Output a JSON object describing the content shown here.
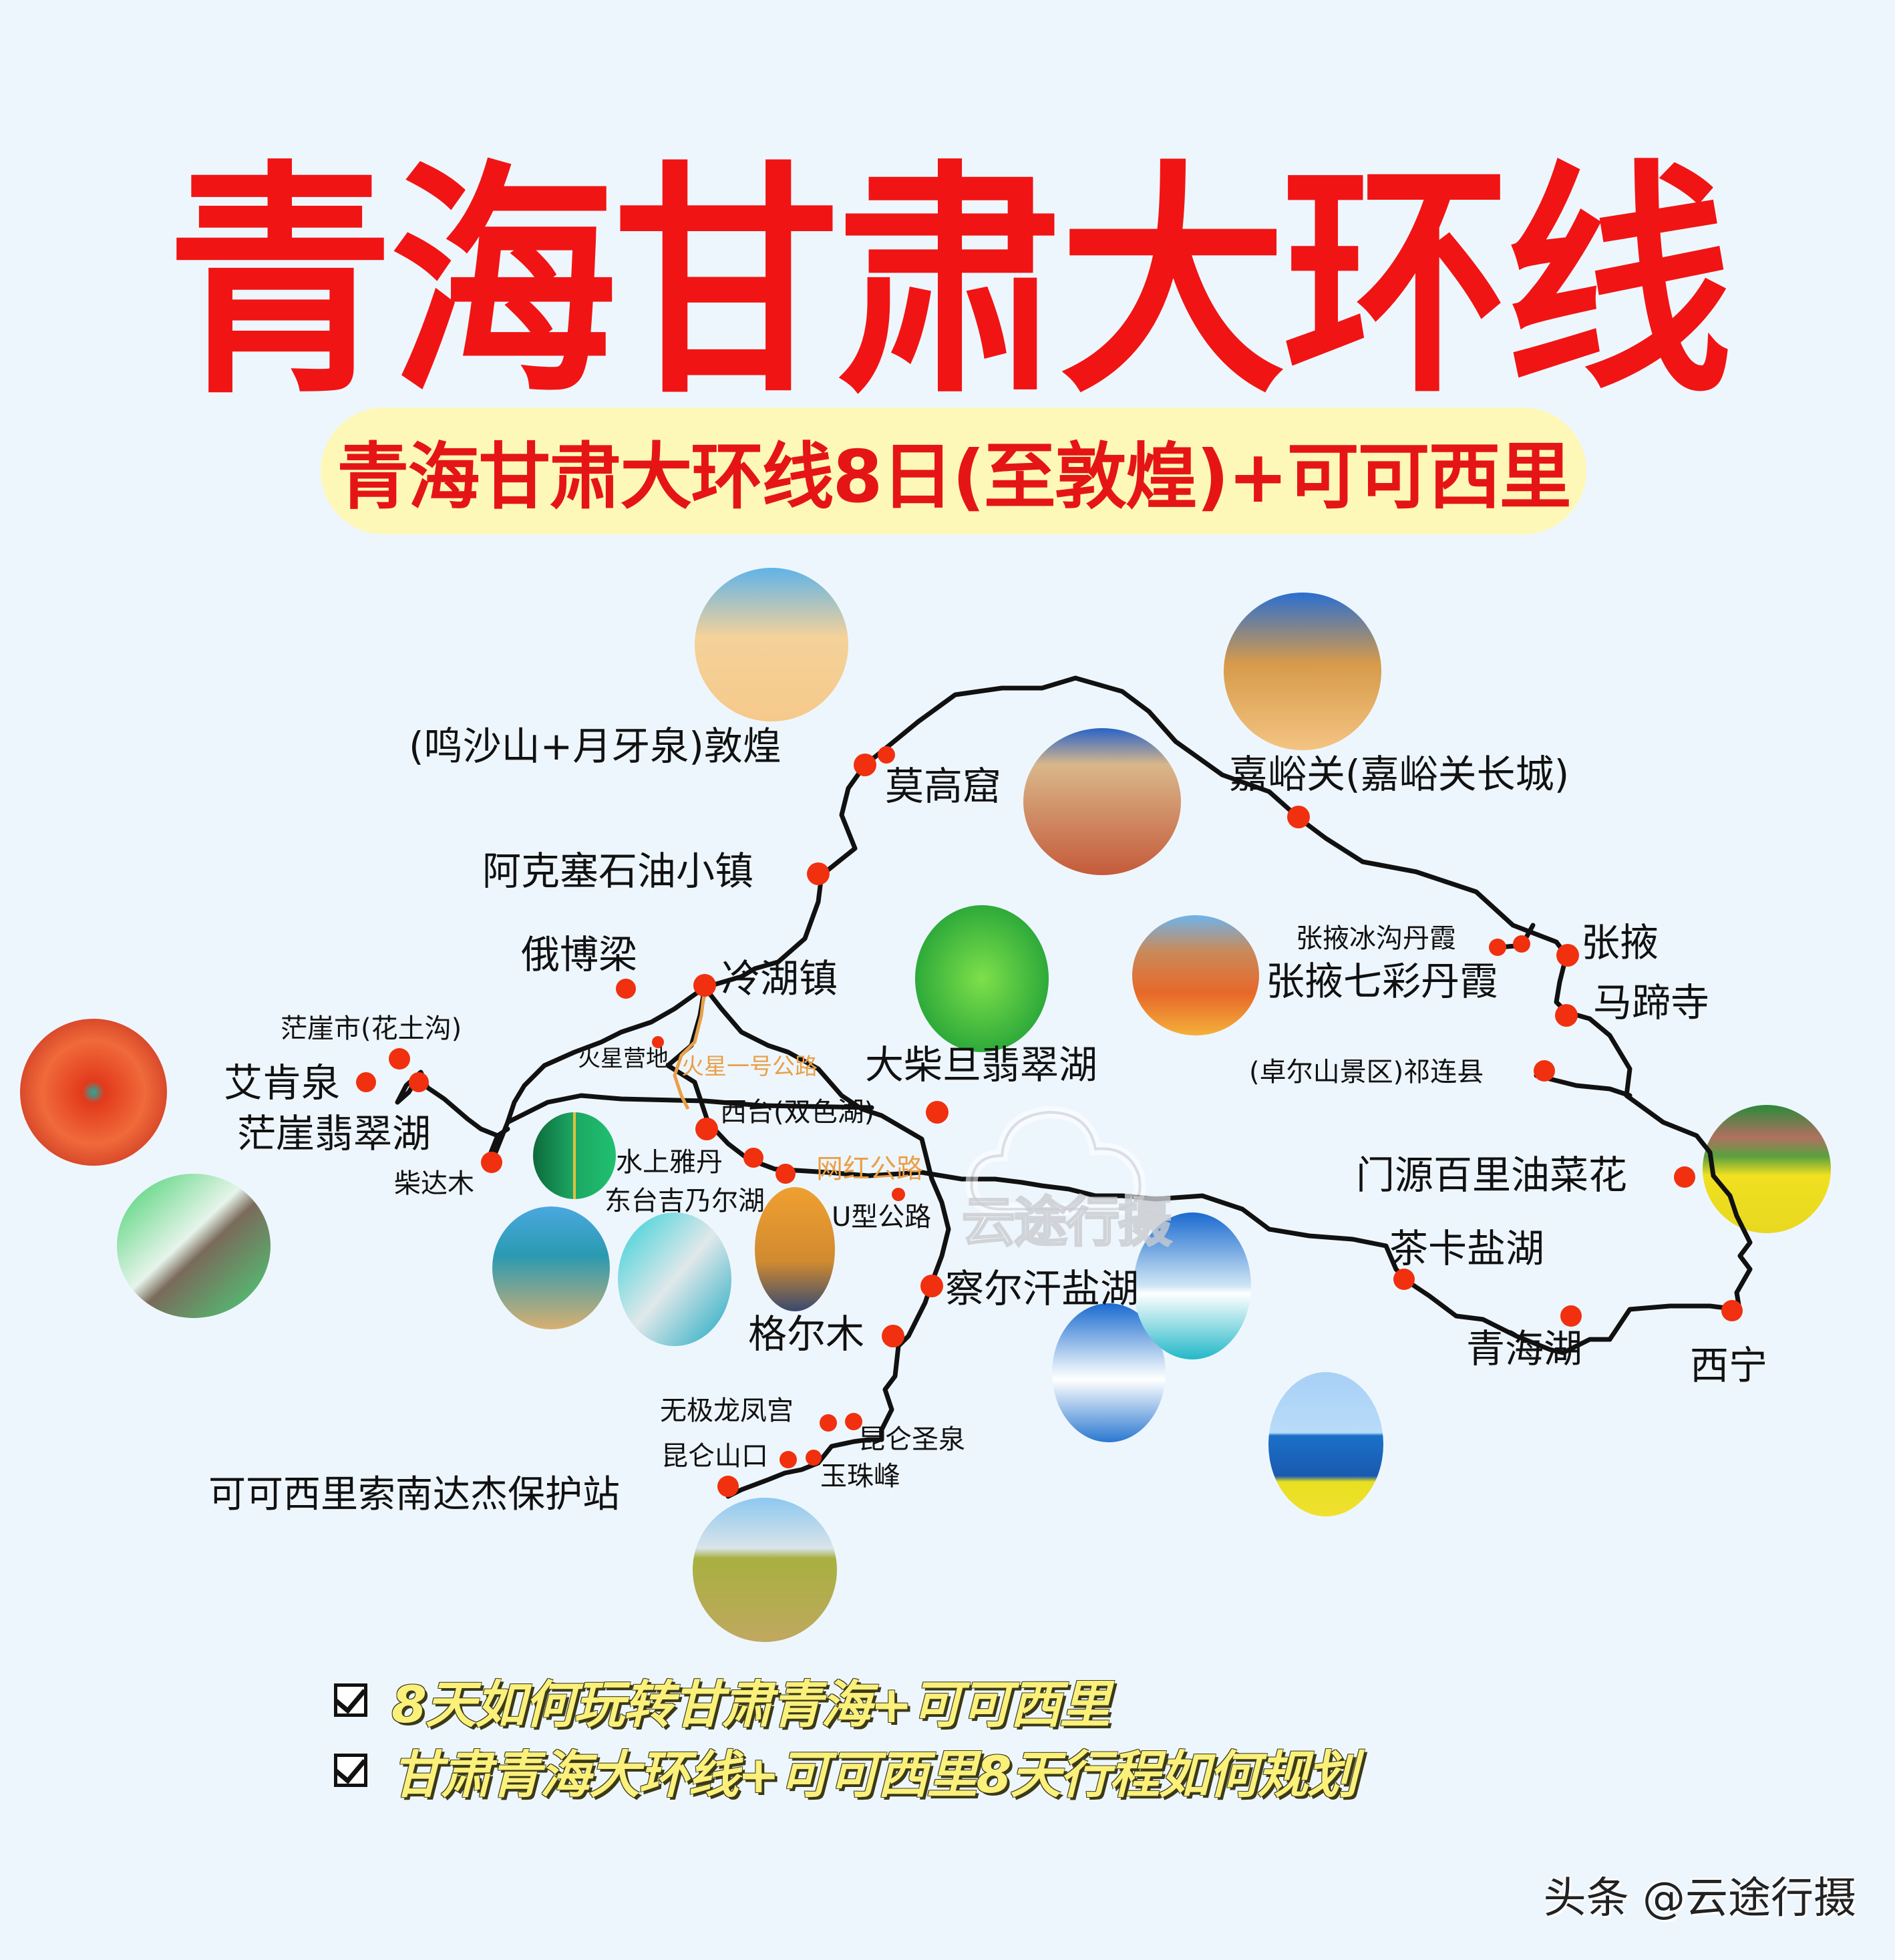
{
  "header": {
    "title": "青海甘肃大环线",
    "subtitle": "青海甘肃大环线8日(至敦煌)+可可西里"
  },
  "colors": {
    "title_red": "#f11414",
    "subtitle_pill": "#fdf8b8",
    "route_line": "#111111",
    "stop_marker": "#f0300f",
    "side_road": "#e9a049",
    "background": "#eef6fd"
  },
  "map": {
    "stops": {
      "dunhuang": "(鸣沙山+月牙泉)敦煌",
      "mogao": "莫高窟",
      "jiayuguan": "嘉峪关(嘉峪关长城)",
      "aksay": "阿克塞石油小镇",
      "ebo_liang": "俄博梁",
      "lenghu": "冷湖镇",
      "zhangye_binggou": "张掖冰沟丹霞",
      "zhangye": "张掖",
      "zhangye_danxia": "张掖七彩丹霞",
      "mati_temple": "马蹄寺",
      "qilian": "(卓尔山景区)祁连县",
      "mangya_city": "茫崖市(花土沟)",
      "aiken_spring": "艾肯泉",
      "mangya_lake": "茫崖翡翠湖",
      "chaidamu": "柴达木",
      "mars_camp": "火星营地",
      "mars_road": "火星一号公路",
      "xitai": "西台(双色湖)",
      "dachaidan": "大柴旦翡翠湖",
      "water_yardang": "水上雅丹",
      "dongtai": "东台吉乃尔湖",
      "wanghong_road": "网红公路",
      "u_road": "U型公路",
      "menyuan": "门源百里油菜花",
      "chaka": "茶卡盐湖",
      "qarhan": "察尔汗盐湖",
      "golmud": "格尔木",
      "qinghai_lake": "青海湖",
      "xining": "西宁",
      "wuji_palace": "无极龙凤宫",
      "kunlun_spring": "昆仑圣泉",
      "kunlun_pass": "昆仑山口",
      "yuzhu_peak": "玉珠峰",
      "hoh_xil_station": "可可西里索南达杰保护站"
    },
    "watermark": "云途行摄"
  },
  "checklist": [
    {
      "text": "8天如何玩转甘肃青海+可可西里"
    },
    {
      "text": "甘肃青海大环线+可可西里8天行程如何规划"
    }
  ],
  "footer": {
    "credit": "头条 @云途行摄"
  }
}
